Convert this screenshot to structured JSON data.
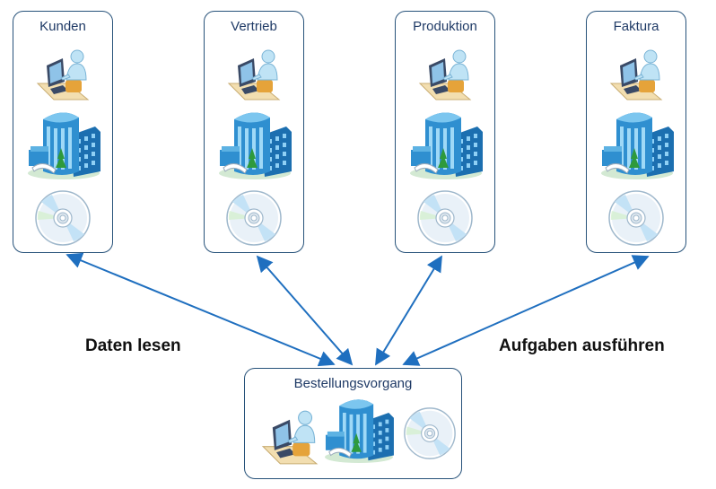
{
  "departments": [
    {
      "name": "Kunden"
    },
    {
      "name": "Vertrieb"
    },
    {
      "name": "Produktion"
    },
    {
      "name": "Faktura"
    }
  ],
  "process": {
    "name": "Bestellungsvorgang"
  },
  "labels": {
    "left": "Daten lesen",
    "right": "Aufgaben ausführen"
  },
  "colors": {
    "box_border": "#27527a",
    "arrow": "#1f6fbf",
    "building_blue": "#2f8fd0",
    "disc": "#cfe4f5"
  },
  "icons": [
    "workstation-user-icon",
    "office-building-icon",
    "cd-disc-icon"
  ]
}
